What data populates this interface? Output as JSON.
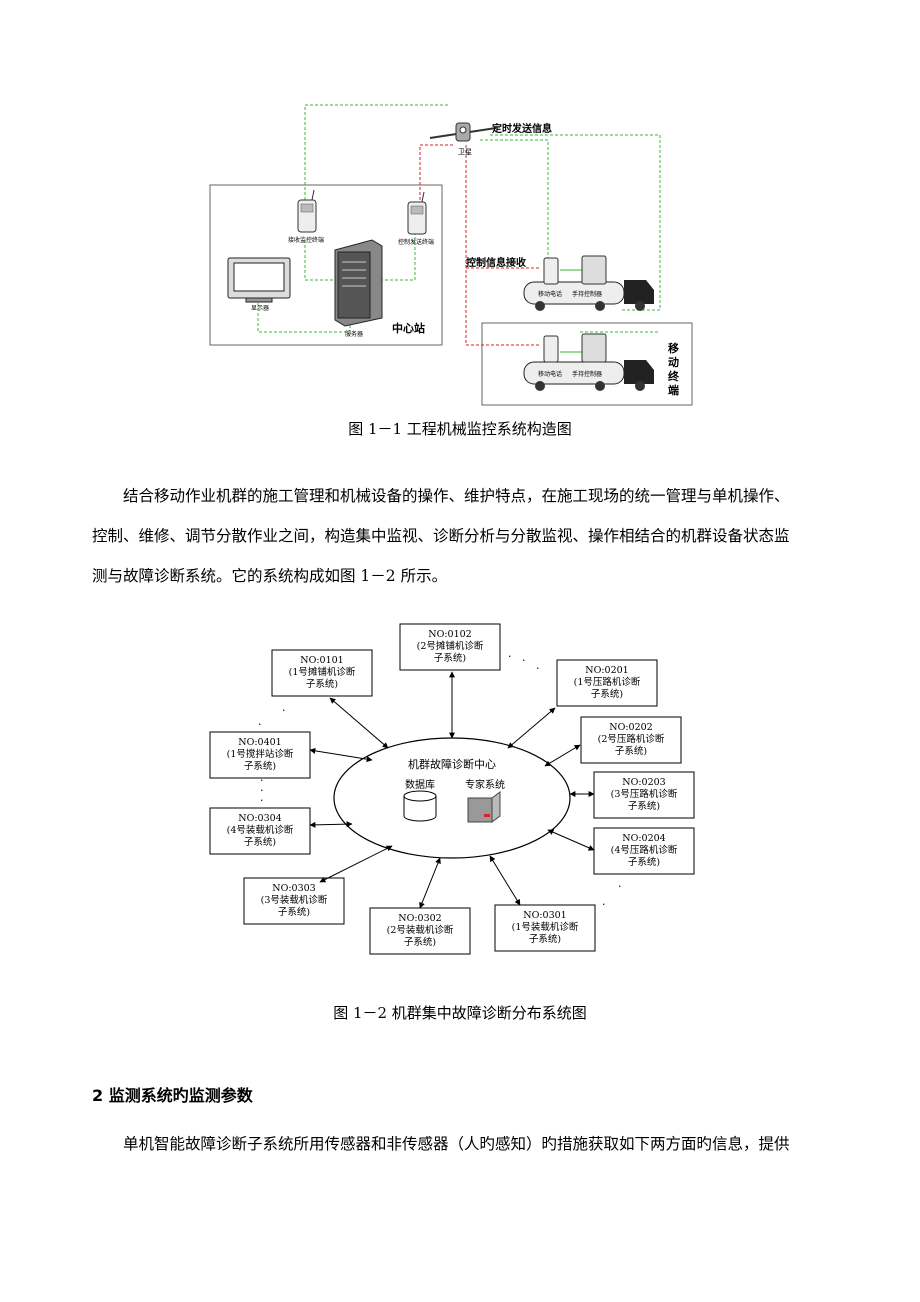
{
  "figure1": {
    "satellite_label": "卫星",
    "timed_send_label": "定时发送信息",
    "receive_terminal_label": "接收监控终端",
    "control_send_label": "控制发送终端",
    "monitor_label": "显示器",
    "server_label": "服务器",
    "center_station_label": "中心站",
    "control_receive_label": "控制信息接收",
    "vehicle_phone_label": "移动电话",
    "vehicle_controller_label": "手持控制器",
    "mobile_terminal_label": "移动终端",
    "caption": "图 1－1  工程机械监控系统构造图"
  },
  "paragraph1": {
    "lines": [
      "结合移动作业机群的施工管理和机械设备的操作、维护特点，在施工现场的统一管理与单机操作、",
      "控制、维修、调节分散作业之间，构造集中监视、诊断分析与分散监视、操作相结合的机群设备状态监",
      "测与故障诊断系统。它的系统构成如图 1－2 所示。"
    ]
  },
  "figure2": {
    "center_title": "机群故障诊断中心",
    "database_label": "数据库",
    "expert_label": "专家系统",
    "nodes": [
      {
        "id": "NO:0101",
        "line1": "(1号摊铺机诊断",
        "line2": "子系统)"
      },
      {
        "id": "NO:0102",
        "line1": "(2号摊铺机诊断",
        "line2": "子系统)"
      },
      {
        "id": "NO:0201",
        "line1": "(1号压路机诊断",
        "line2": "子系统)"
      },
      {
        "id": "NO:0202",
        "line1": "(2号压路机诊断",
        "line2": "子系统)"
      },
      {
        "id": "NO:0203",
        "line1": "(3号压路机诊断",
        "line2": "子系统)"
      },
      {
        "id": "NO:0204",
        "line1": "(4号压路机诊断",
        "line2": "子系统)"
      },
      {
        "id": "NO:0301",
        "line1": "(1号装载机诊断",
        "line2": "子系统)"
      },
      {
        "id": "NO:0302",
        "line1": "(2号装载机诊断",
        "line2": "子系统)"
      },
      {
        "id": "NO:0303",
        "line1": "(3号装载机诊断",
        "line2": "子系统)"
      },
      {
        "id": "NO:0304",
        "line1": "(4号装载机诊断",
        "line2": "子系统)"
      },
      {
        "id": "NO:0401",
        "line1": "(1号搅拌站诊断",
        "line2": "子系统)"
      }
    ],
    "caption": "图 1－2  机群集中故障诊断分布系统图"
  },
  "section": {
    "heading": "2  监测系统旳监测参数",
    "paragraph": "单机智能故障诊断子系统所用传感器和非传感器（人旳感知）旳措施获取如下两方面旳信息，提供"
  }
}
